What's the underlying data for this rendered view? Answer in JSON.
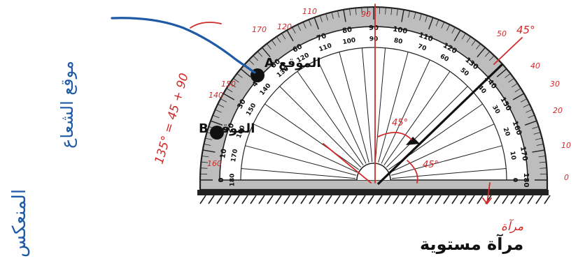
{
  "diagram": {
    "mirror_label": "مرآة مستوية",
    "position_a_label": "الموقع A",
    "position_b_label": "الموقع B",
    "outer_scale": [
      "0",
      "10",
      "20",
      "30",
      "40",
      "50",
      "60",
      "70",
      "80",
      "90",
      "100",
      "110",
      "120",
      "130",
      "140",
      "150",
      "160",
      "170",
      "180"
    ],
    "inner_scale": [
      "180",
      "170",
      "160",
      "150",
      "140",
      "130",
      "120",
      "110",
      "100",
      "90",
      "80",
      "70",
      "60",
      "50",
      "40",
      "30",
      "20",
      "10",
      "0"
    ]
  },
  "annotations": {
    "side_note_line1": "موقع الشعاع",
    "side_note_line2": "المنعكس",
    "equation": "135° = 45 + 90",
    "mirror_note": "مرآة",
    "angle_label_top": "45°",
    "angle_label_mid": "45°",
    "angle_label_low": "45°",
    "marks": [
      {
        "text": "90"
      },
      {
        "text": "110"
      },
      {
        "text": "120"
      },
      {
        "text": "170"
      },
      {
        "text": "140"
      },
      {
        "text": "150"
      },
      {
        "text": "160"
      },
      {
        "text": "50"
      },
      {
        "text": "40"
      },
      {
        "text": "30"
      },
      {
        "text": "20"
      },
      {
        "text": "10"
      },
      {
        "text": "0"
      }
    ]
  }
}
